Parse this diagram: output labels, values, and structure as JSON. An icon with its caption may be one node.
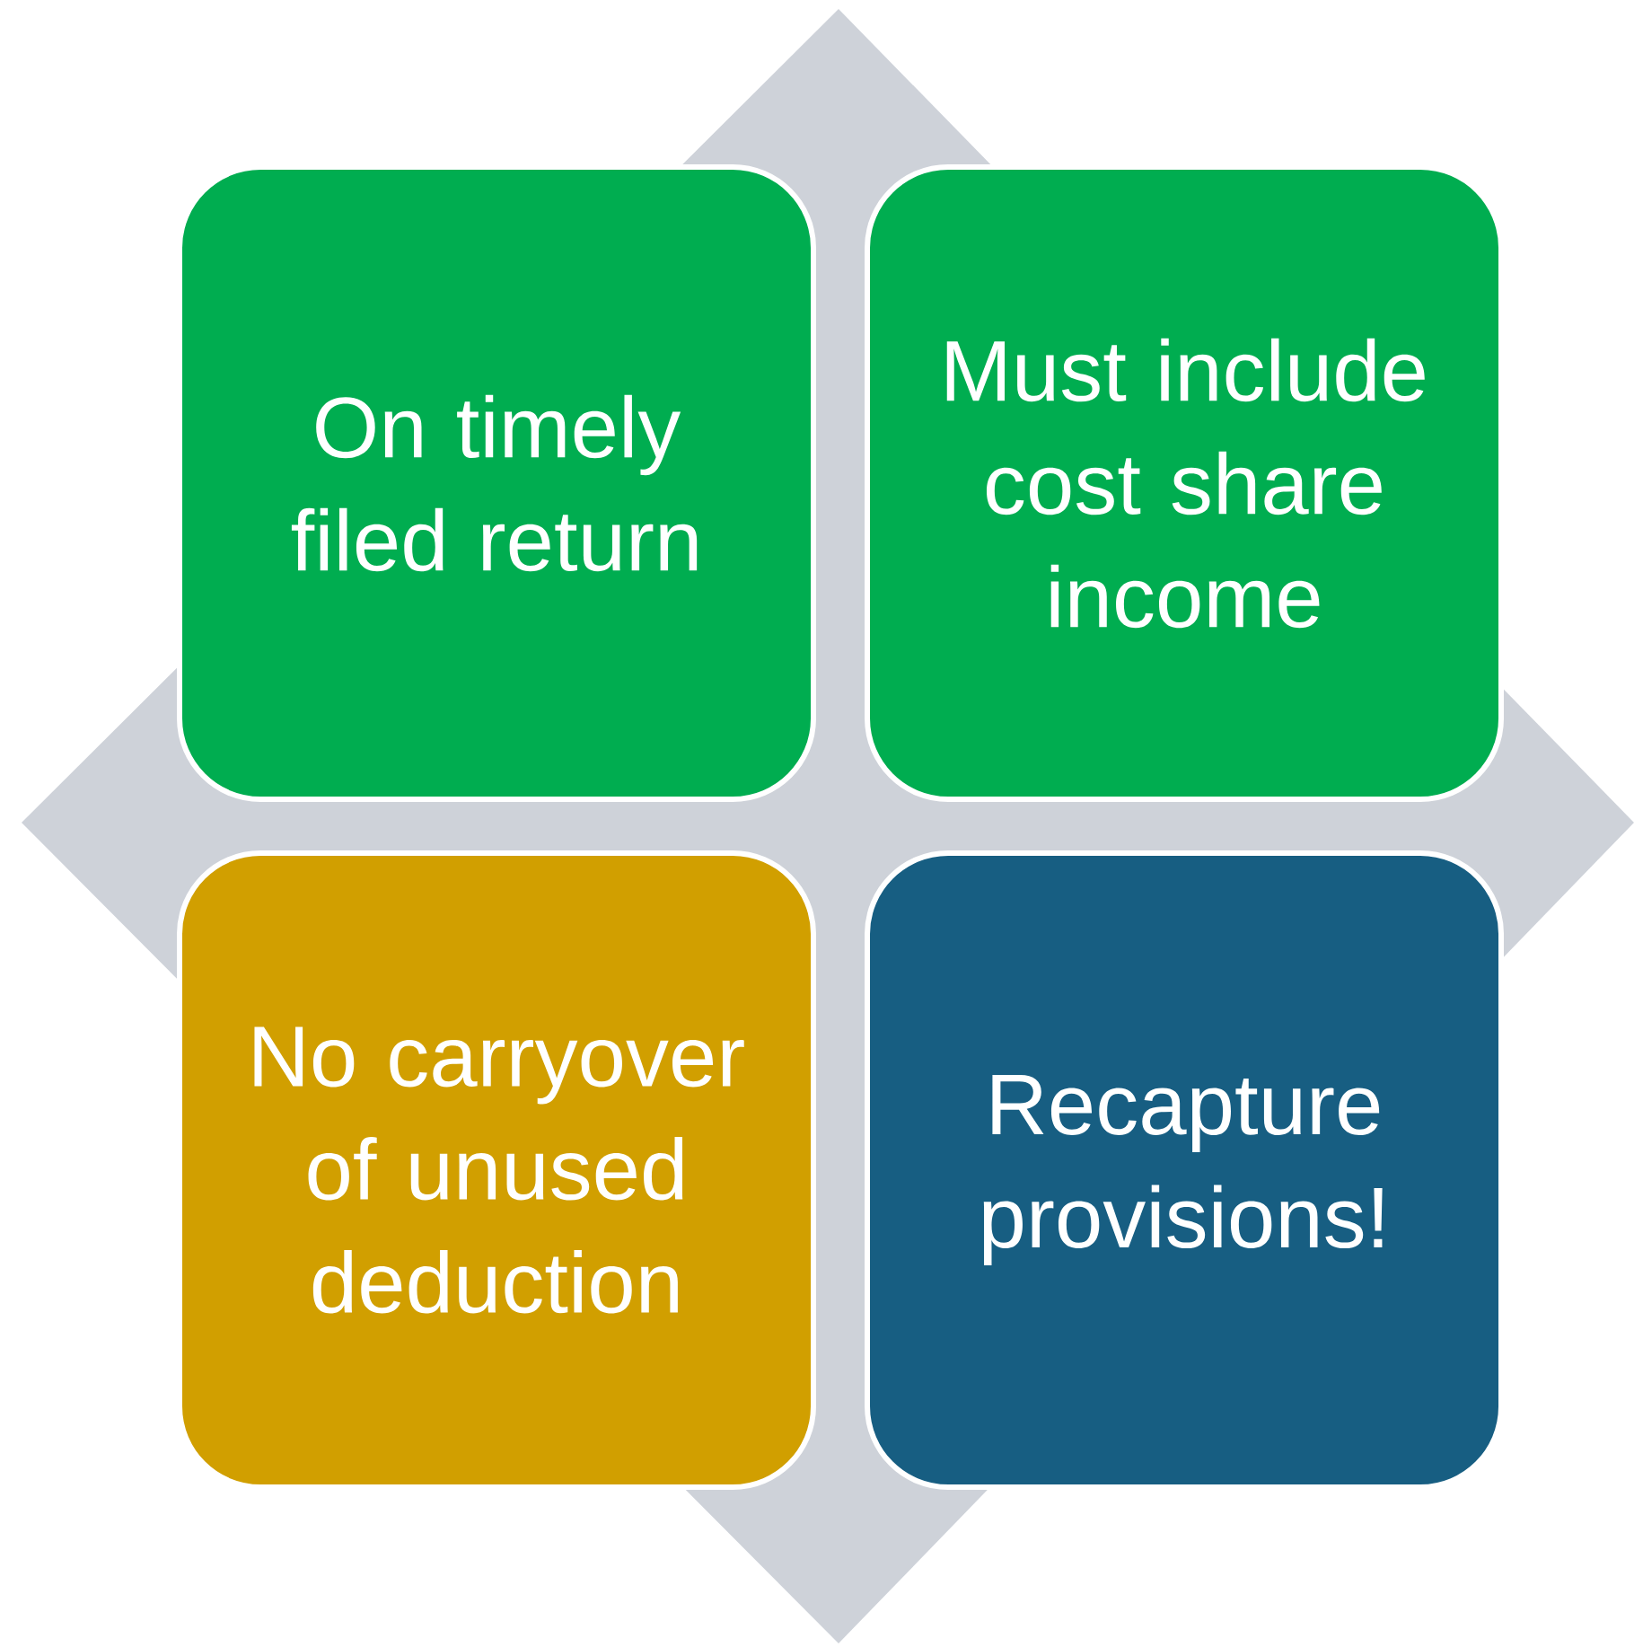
{
  "diagram": {
    "nodes": [
      {
        "text": [
          "On timely filed return"
        ]
      },
      {
        "text": [
          "Must include cost share income"
        ]
      },
      {
        "text": [
          "No carryover of unused deduction"
        ]
      },
      {
        "text": [
          "Recapture provisions!"
        ]
      }
    ]
  }
}
